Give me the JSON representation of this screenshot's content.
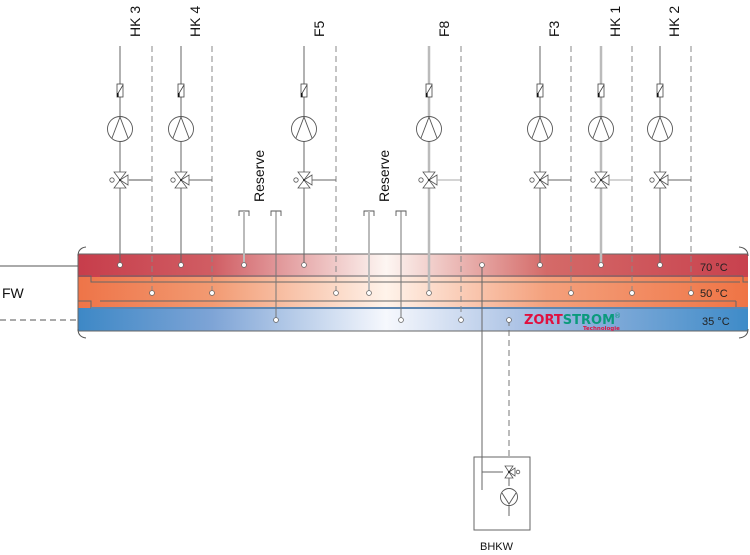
{
  "diagram": {
    "title": "Heating distribution manifold",
    "source_label": "FW",
    "generator_label": "BHKW",
    "layers": [
      {
        "key": "hot",
        "label": "70 °C",
        "color": "#c8414e"
      },
      {
        "key": "mid",
        "label": "50 °C",
        "color": "#ef7a4e"
      },
      {
        "key": "cold",
        "label": "35 °C",
        "color": "#3f8ac7"
      }
    ],
    "circuits": [
      {
        "label": "HK 3",
        "supply_layer": "hot",
        "return_layer": "mid"
      },
      {
        "label": "HK 4",
        "supply_layer": "hot",
        "return_layer": "mid"
      },
      {
        "label": "F5",
        "supply_layer": "hot",
        "return_layer": "mid"
      },
      {
        "label": "F8",
        "supply_layer": "mid",
        "return_layer": "cold"
      },
      {
        "label": "F3",
        "supply_layer": "hot",
        "return_layer": "mid"
      },
      {
        "label": "HK 1",
        "supply_layer": "hot",
        "return_layer": "mid"
      },
      {
        "label": "HK 2",
        "supply_layer": "hot",
        "return_layer": "mid"
      }
    ],
    "reserves": [
      {
        "label": "Reserve",
        "stub_layers": [
          "hot",
          "cold"
        ]
      },
      {
        "label": "Reserve",
        "stub_layers": [
          "mid",
          "cold"
        ]
      }
    ],
    "logo": {
      "part1": "ZORT",
      "part2": "STROM",
      "mark": "®",
      "subtitle": "Technologie",
      "color1": "#e0103f",
      "color2": "#0b9a7c"
    }
  }
}
